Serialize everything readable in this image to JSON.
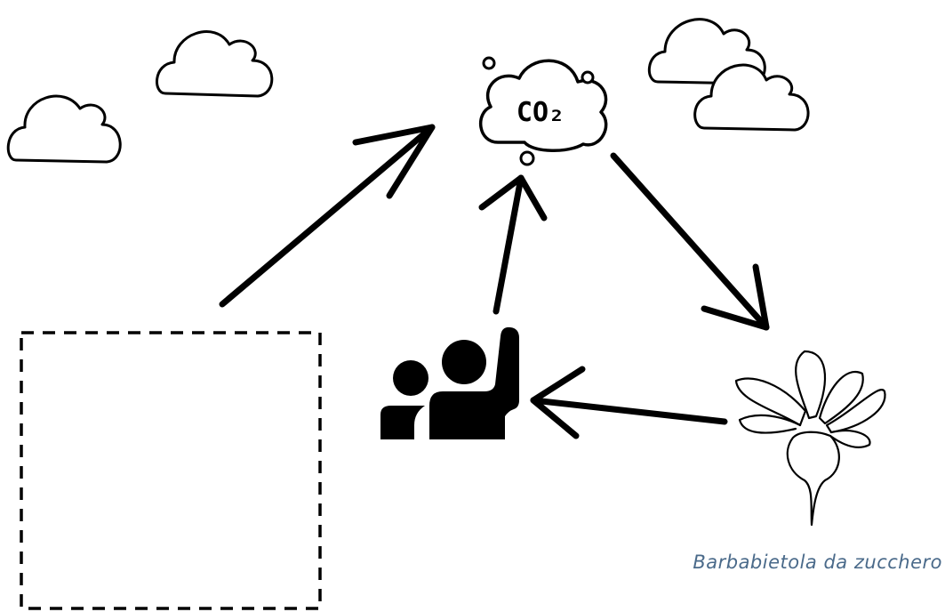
{
  "diagram": {
    "co2_label": "CO₂",
    "beet_label": "Barbabietola da zucchero",
    "placeholder": "empty dashed box",
    "colors": {
      "stroke": "#000000",
      "label": "#4a6a8a",
      "background": "#ffffff"
    },
    "icons": {
      "clouds": "cloud-icon",
      "co2": "co2-cloud-icon",
      "people": "people-raising-hand-icon",
      "beet": "sugar-beet-icon"
    }
  }
}
